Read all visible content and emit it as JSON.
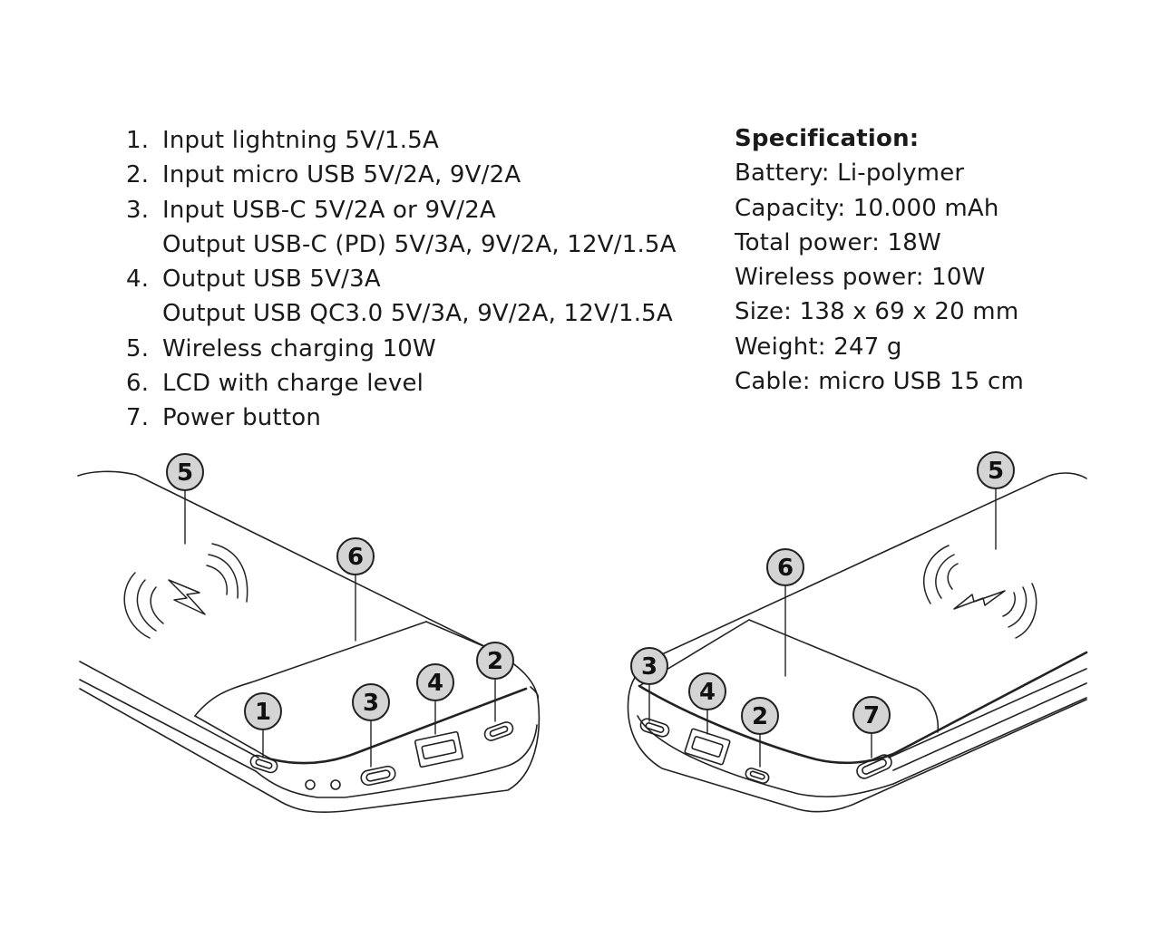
{
  "features": [
    {
      "number": "1.",
      "lines": [
        "Input lightning 5V/1.5A"
      ]
    },
    {
      "number": "2.",
      "lines": [
        "Input micro USB 5V/2A, 9V/2A"
      ]
    },
    {
      "number": "3.",
      "lines": [
        "Input USB-C 5V/2A or 9V/2A",
        "Output USB-C (PD) 5V/3A, 9V/2A, 12V/1.5A"
      ]
    },
    {
      "number": "4.",
      "lines": [
        "Output USB 5V/3A",
        "Output USB QC3.0 5V/3A, 9V/2A, 12V/1.5A"
      ]
    },
    {
      "number": "5.",
      "lines": [
        "Wireless charging 10W"
      ]
    },
    {
      "number": "6.",
      "lines": [
        "LCD with charge level"
      ]
    },
    {
      "number": "7.",
      "lines": [
        "Power button"
      ]
    }
  ],
  "specification": {
    "title": "Specification:",
    "items": [
      "Battery: Li-polymer",
      "Capacity: 10.000 mAh",
      "Total power: 18W",
      "Wireless power: 10W",
      "Size: 138 x 69 x 20 mm",
      "Weight: 247 g",
      "Cable: micro USB 15 cm"
    ]
  },
  "diagram": {
    "left_view": {
      "callouts": [
        "5",
        "6",
        "1",
        "3",
        "4",
        "2"
      ]
    },
    "right_view": {
      "callouts": [
        "5",
        "6",
        "3",
        "4",
        "2",
        "7"
      ]
    },
    "colors": {
      "line": "#222222",
      "callout_fill": "#d4d4d4"
    }
  }
}
